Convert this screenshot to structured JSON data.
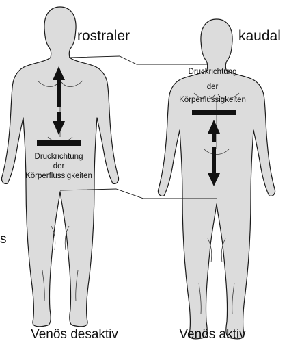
{
  "labels": {
    "rostral": "rostraler",
    "kaudal": "kaudal",
    "left_caption": "Venös desaktiv",
    "right_caption": "Venös aktiv",
    "edge_char": "s"
  },
  "left_figure": {
    "pressure_text_line1": "Druckrichtung",
    "pressure_text_line2": "der",
    "pressure_text_line3": "Körperflussigkeiten"
  },
  "right_figure": {
    "pressure_text_line1": "Druckrichtung",
    "pressure_text_line2": "der",
    "pressure_text_line3": "Körperflüssigkeiten"
  },
  "colors": {
    "body": "#dcdcdc",
    "outline": "#1a1a1a",
    "arrow": "#111111",
    "background": "#ffffff"
  }
}
